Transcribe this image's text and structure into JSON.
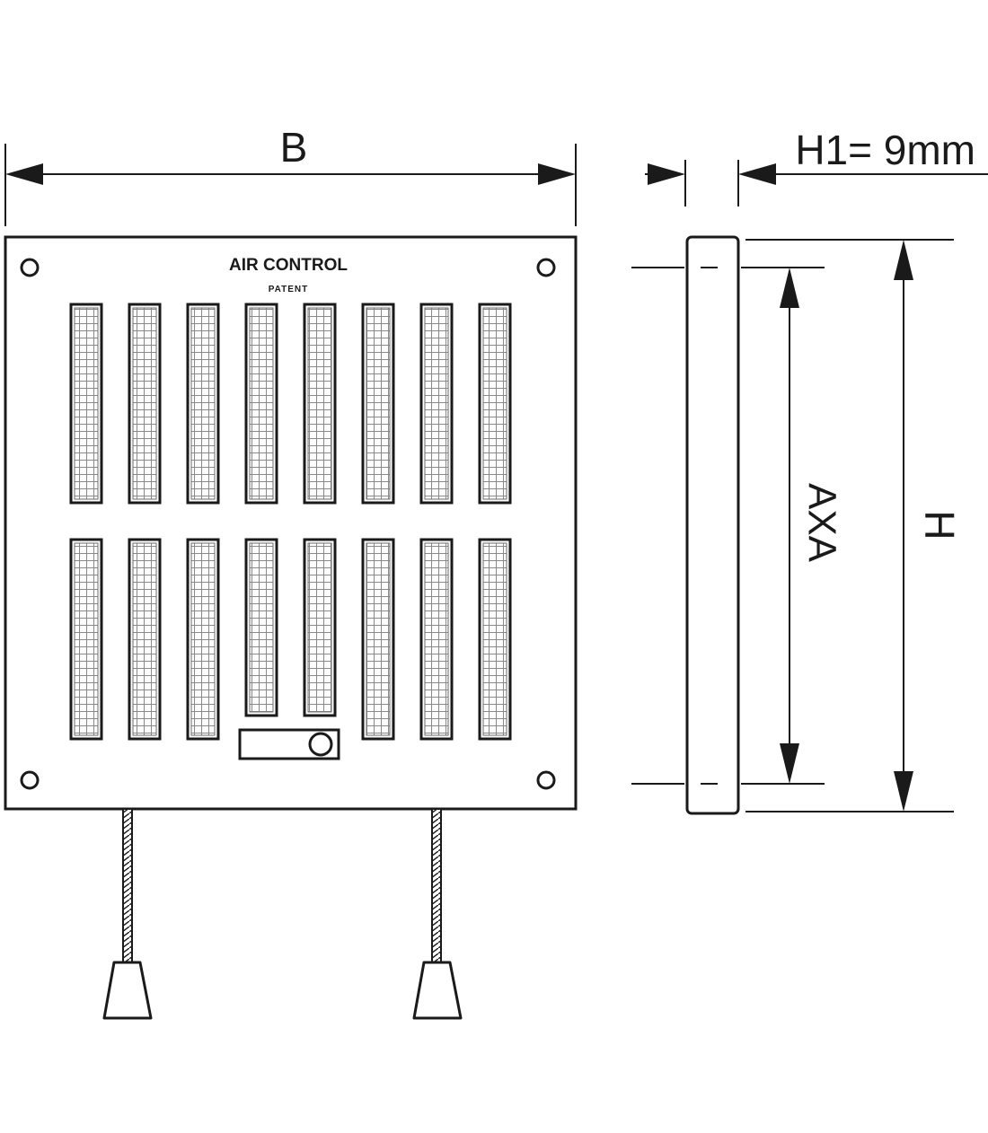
{
  "labels": {
    "width": "B",
    "thickness": "H1= 9mm",
    "height": "H",
    "hole_spacing": "AXA"
  },
  "plate": {
    "brand": "AIR CONTROL",
    "sub": "PATENT",
    "slot_columns": 8,
    "lower_row_short_columns": [
      3,
      4
    ]
  },
  "colors": {
    "line": "#1a1a1a",
    "background": "#ffffff"
  }
}
